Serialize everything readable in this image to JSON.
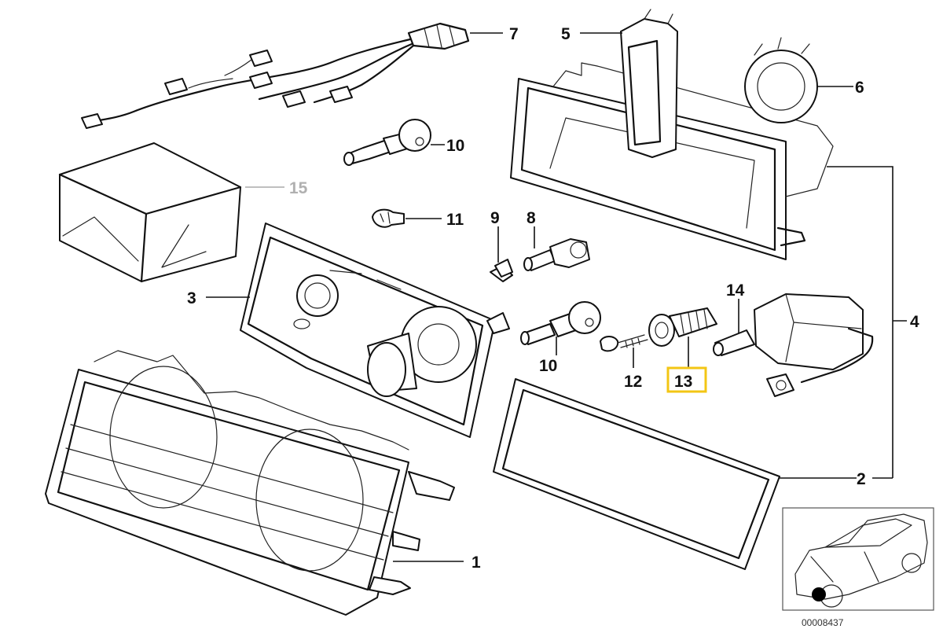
{
  "diagram": {
    "callouts": {
      "p1": "1",
      "p2": "2",
      "p3": "3",
      "p4": "4",
      "p5": "5",
      "p6": "6",
      "p7": "7",
      "p8": "8",
      "p9": "9",
      "p10a": "10",
      "p10b": "10",
      "p11": "11",
      "p12": "12",
      "p13": "13",
      "p14": "14",
      "p15": "15"
    },
    "highlighted_part": "13",
    "diagram_number": "00008437",
    "colors": {
      "highlight": "#f3c614",
      "inactive_label": "#b0b0b0",
      "ink": "#111111"
    }
  }
}
